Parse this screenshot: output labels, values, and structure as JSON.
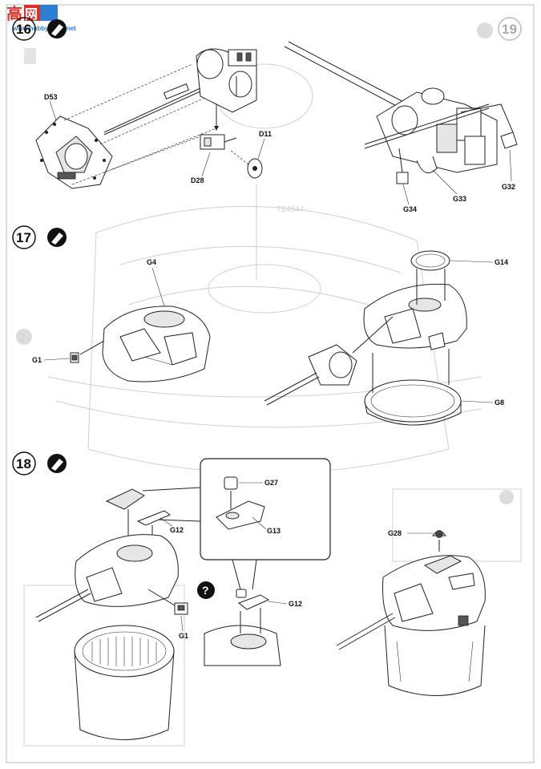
{
  "watermark": {
    "cn": "高",
    "cn2": "网",
    "site": "www.hobbyscale.net"
  },
  "steps": {
    "step16": {
      "number": "16"
    },
    "step19": {
      "number": "19"
    },
    "step17": {
      "number": "17"
    },
    "step18": {
      "number": "18"
    }
  },
  "parts": {
    "d53": "D53",
    "d11": "D11",
    "d28": "D28",
    "g32": "G32",
    "g33": "G33",
    "g34": "G34",
    "g4": "G4",
    "g1_17": "G1",
    "g14": "G14",
    "g8": "G8",
    "g27": "G27",
    "g13": "G13",
    "g12_a": "G12",
    "g1_18": "G1",
    "g12_b": "G12",
    "g28": "G28"
  },
  "ghost_text": {
    "serial": "T24944",
    "num": "2"
  },
  "icons": [
    "glue-tube-icon",
    "question-mark-icon"
  ]
}
